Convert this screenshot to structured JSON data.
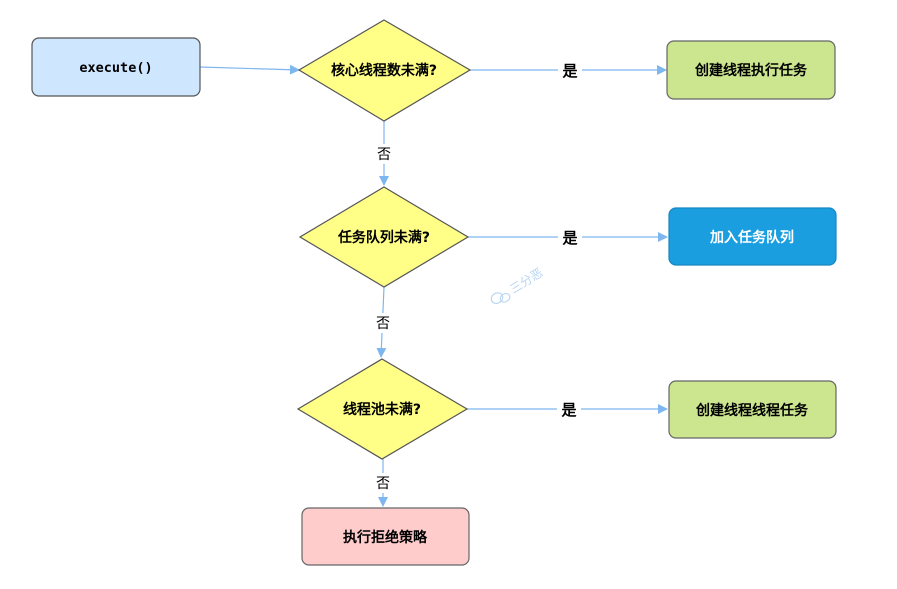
{
  "nodes": {
    "start": {
      "label": "execute()",
      "fill": "#cfe6ff",
      "stroke": "#555555"
    },
    "d1": {
      "label": "核心线程数未满?",
      "fill": "#ffff88",
      "stroke": "#555555"
    },
    "d2": {
      "label": "任务队列未满?",
      "fill": "#ffff88",
      "stroke": "#555555"
    },
    "d3": {
      "label": "线程池未满?",
      "fill": "#ffff88",
      "stroke": "#555555"
    },
    "r1": {
      "label": "创建线程执行任务",
      "fill": "#cce58f",
      "stroke": "#666666"
    },
    "r2": {
      "label": "加入任务队列",
      "fill": "#1a9ee0",
      "stroke": "#1887c2",
      "text_color": "#ffffff"
    },
    "r3": {
      "label": "创建线程线程任务",
      "fill": "#cce58f",
      "stroke": "#666666"
    },
    "reject": {
      "label": "执行拒绝策略",
      "fill": "#ffcccc",
      "stroke": "#666666"
    }
  },
  "edges": {
    "yes_label": "是",
    "no_label": "否",
    "color": "#7eb6f0"
  },
  "watermark": {
    "text": "三分恶",
    "color": "#9ec7ee"
  }
}
